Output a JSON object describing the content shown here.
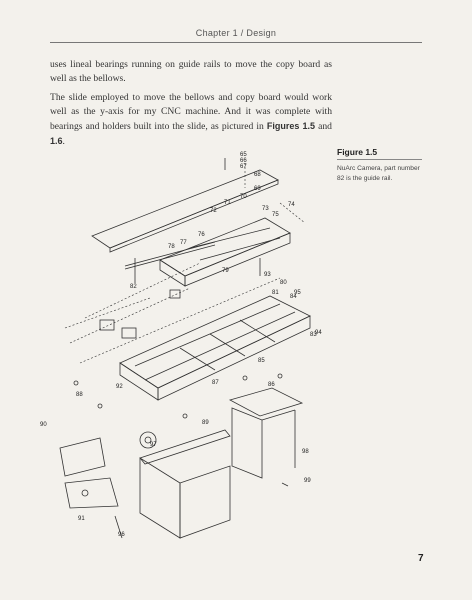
{
  "running_head": "Chapter 1  /  Design",
  "paragraphs": [
    "uses lineal bearings running on guide rails to move the copy board as well as the bellows.",
    "The slide employed to move the bellows and copy board would work well as the y-axis for my CNC machine. And it was complete with bearings and holders built into the slide, as pictured in "
  ],
  "figure_ref": {
    "first": "Figures 1.5",
    "joiner": " and ",
    "second": "1.6",
    "end": "."
  },
  "caption": {
    "title": "Figure 1.5",
    "text": "NuArc Camera, part number 82 is the guide rail."
  },
  "part_numbers": [
    "65",
    "66",
    "67",
    "68",
    "69",
    "70",
    "71",
    "72",
    "73",
    "74",
    "75",
    "76",
    "77",
    "78",
    "79",
    "80",
    "81",
    "82",
    "83",
    "84",
    "85",
    "86",
    "87",
    "88",
    "89",
    "90",
    "91",
    "92",
    "93",
    "94",
    "95",
    "96",
    "97",
    "98",
    "99"
  ],
  "page_number": "7"
}
